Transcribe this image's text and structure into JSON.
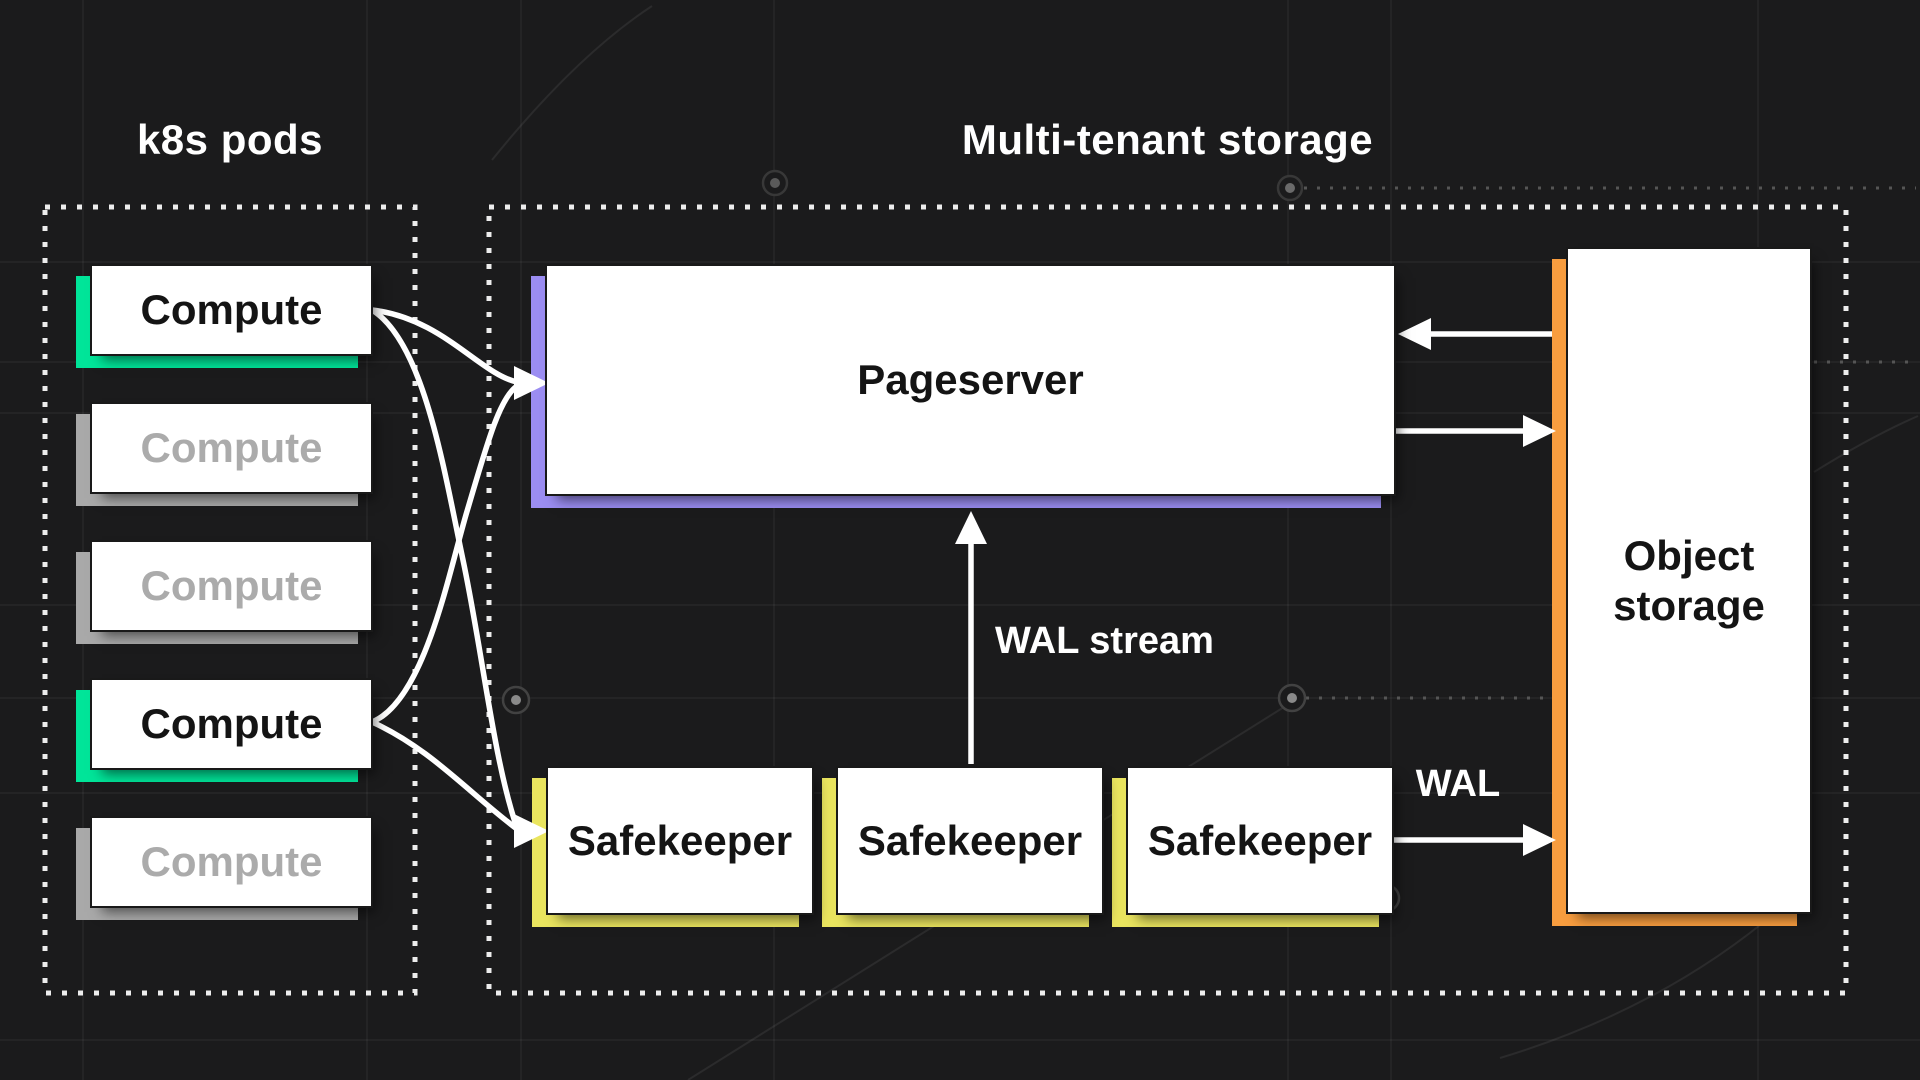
{
  "titles": {
    "k8s_pods": "k8s pods",
    "multi_tenant": "Multi-tenant storage"
  },
  "k8s_pods": {
    "computes": [
      {
        "label": "Compute",
        "state": "active"
      },
      {
        "label": "Compute",
        "state": "inactive"
      },
      {
        "label": "Compute",
        "state": "inactive"
      },
      {
        "label": "Compute",
        "state": "active"
      },
      {
        "label": "Compute",
        "state": "inactive"
      }
    ]
  },
  "storage": {
    "pageserver_label": "Pageserver",
    "safekeepers": [
      {
        "label": "Safekeeper"
      },
      {
        "label": "Safekeeper"
      },
      {
        "label": "Safekeeper"
      }
    ],
    "object_storage_label": "Object storage",
    "wal_stream_label": "WAL stream",
    "wal_label": "WAL"
  },
  "colors": {
    "bg": "#1b1b1c",
    "box": "#ffffff",
    "accent-green": "#00E599",
    "accent-gray": "#A9A9A9",
    "accent-purple": "#9B8DF2",
    "accent-yellow": "#EAE55F",
    "accent-orange": "#F89D3F",
    "text-dark": "#141414",
    "text-light": "#ffffff",
    "text-muted": "#ABABAB",
    "arrow": "#ffffff",
    "dotted-border": "#EDEDED"
  }
}
